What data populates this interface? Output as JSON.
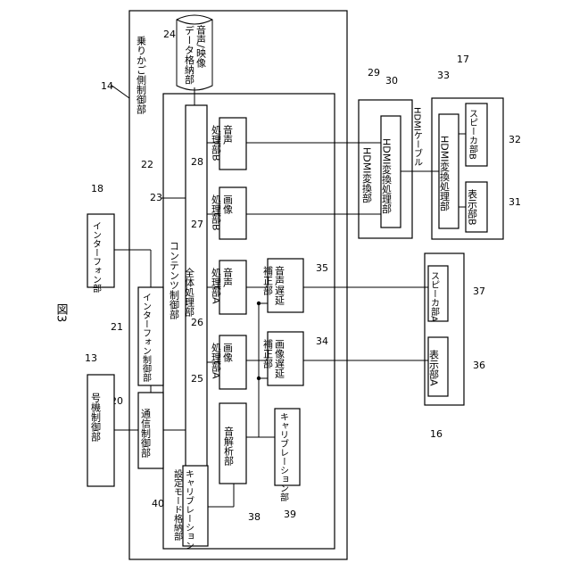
{
  "figure": {
    "title": "図3",
    "labels": {
      "car_control": "乗りかご側制御部",
      "storage": "音声/映像\nデータ格納部",
      "content_control": "コンテンツ制御部",
      "overall": "全体処理部",
      "audio_b": "音声\n処理部B",
      "image_b": "画像\n処理部B",
      "audio_a": "音声\n処理部A",
      "image_a": "画像\n処理部A",
      "audio_delay": "音声遅延\n補正部",
      "image_delay": "画像遅延\n補正部",
      "analysis": "音解析部",
      "calibration": "キャリブレーション部",
      "cal_storage": "キャリブレーション\n設定モード格納部",
      "comm": "通信制御部",
      "intercom_ctrl": "インターフォン制御部",
      "intercom": "インターフォン部",
      "machine_ctrl": "号機制御部",
      "hdmi_conv": "HDMI変換部",
      "hdmi_proc1": "HDMI変換処理部",
      "hdmi_cable": "HDMIケーブル",
      "hdmi_proc2": "HDMI変換処理部",
      "speaker_b": "スピーカ部B",
      "display_b": "表示部B",
      "speaker_a": "スピーカ部A",
      "display_a": "表示部A"
    },
    "refs": {
      "r13": "13",
      "r14": "14",
      "r16": "16",
      "r17": "17",
      "r18": "18",
      "r20": "20",
      "r21": "21",
      "r22": "22",
      "r23": "23",
      "r24": "24",
      "r25": "25",
      "r26": "26",
      "r27": "27",
      "r28": "28",
      "r29": "29",
      "r30": "30",
      "r31": "31",
      "r32": "32",
      "r33": "33",
      "r34": "34",
      "r35": "35",
      "r36": "36",
      "r37": "37",
      "r38": "38",
      "r39": "39",
      "r40": "40"
    }
  }
}
